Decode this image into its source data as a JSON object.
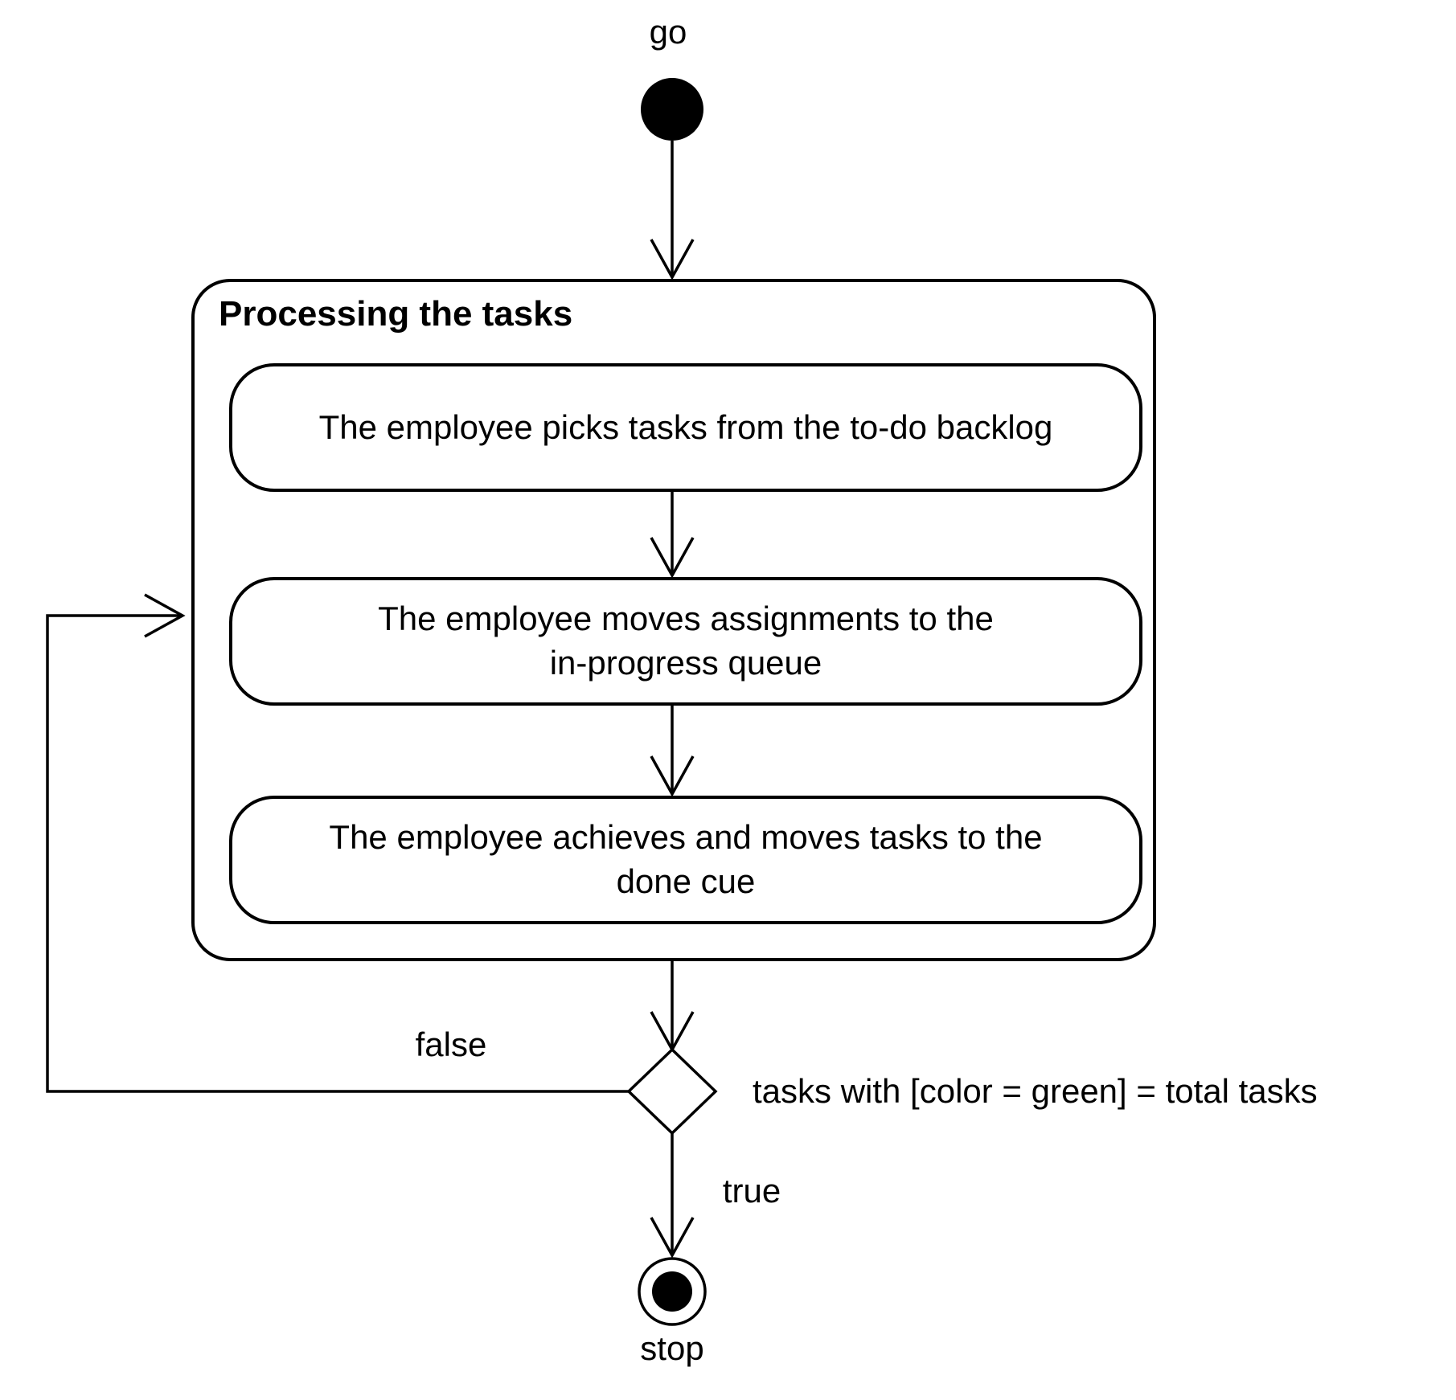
{
  "diagram": {
    "type": "uml-activity-diagram",
    "colors": {
      "stroke": "#000000",
      "background": "#ffffff"
    },
    "start": {
      "label": "go"
    },
    "partition": {
      "title": "Processing the tasks"
    },
    "activities": [
      {
        "text": "The employee picks tasks from the to-do backlog"
      },
      {
        "text": "The employee moves assignments to the\nin-progress queue"
      },
      {
        "text": "The employee achieves and moves tasks to the\ndone cue"
      }
    ],
    "decision": {
      "guard": "tasks with [color = green] = total tasks",
      "true_label": "true",
      "false_label": "false"
    },
    "stop": {
      "label": "stop"
    }
  }
}
